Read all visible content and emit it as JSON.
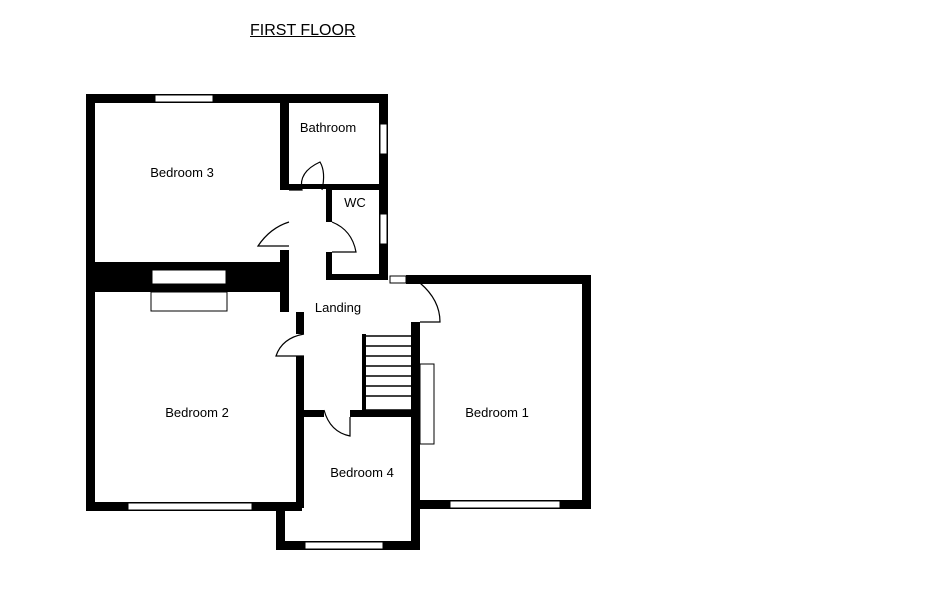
{
  "plan": {
    "title": "FIRST FLOOR",
    "rooms": {
      "bedroom3": "Bedroom 3",
      "bathroom": "Bathroom",
      "wc": "WC",
      "landing": "Landing",
      "bedroom2": "Bedroom 2",
      "bedroom1": "Bedroom 1",
      "bedroom4": "Bedroom 4"
    }
  }
}
